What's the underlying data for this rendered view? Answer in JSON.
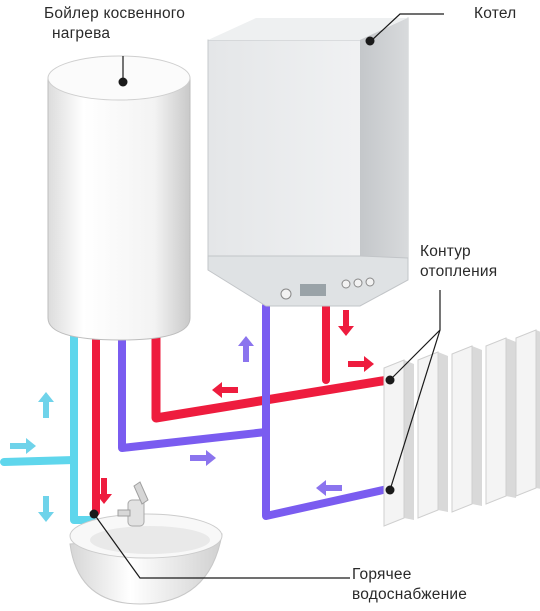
{
  "labels": {
    "boiler_line1": "Бойлер косвенного",
    "boiler_line2": "нагрева",
    "kotel": "Котел",
    "kontur_line1": "Контур",
    "kontur_line2": "отопления",
    "hot_line1": "Горячее",
    "hot_line2": "водоснабжение"
  },
  "colors": {
    "hot_pipe": "#ee1c3e",
    "return_pipe": "#7a5cf0",
    "cold_pipe": "#5fd6ec",
    "arrow_hot": "#ee1c3e",
    "arrow_return": "#8b74ee",
    "arrow_cold": "#6fd3ea",
    "leader": "#1a1a1a"
  },
  "icons": [
    "boiler-tank-icon",
    "wall-boiler-icon",
    "radiator-icon",
    "washbasin-icon",
    "faucet-icon"
  ]
}
